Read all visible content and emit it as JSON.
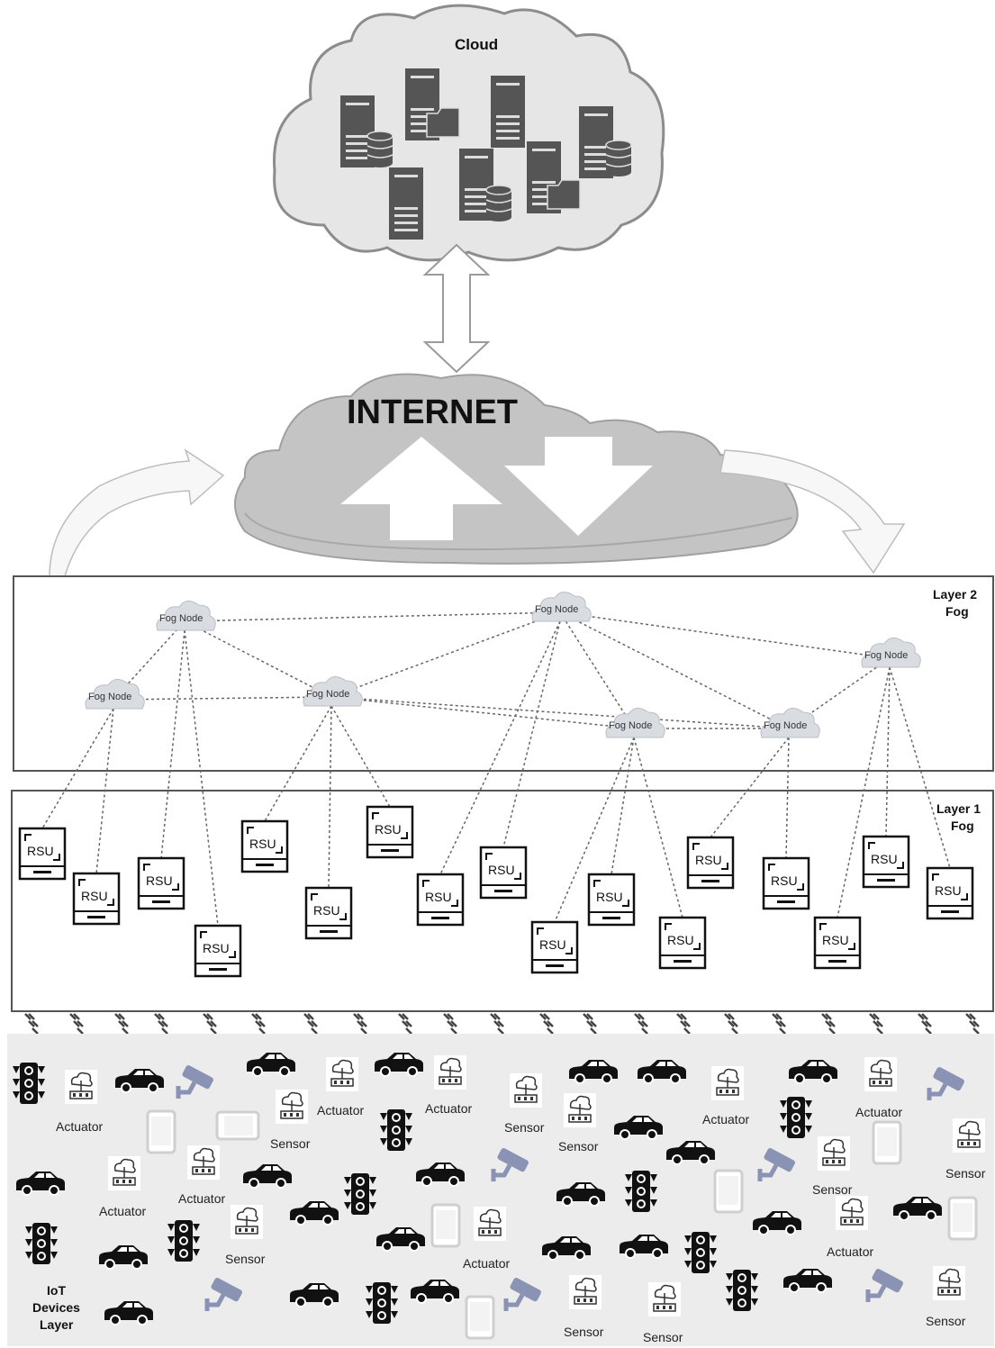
{
  "cloud": {
    "label": "Cloud"
  },
  "internet": {
    "label": "INTERNET"
  },
  "layer2": {
    "label_line1": "Layer 2",
    "label_line2": "Fog"
  },
  "layer1": {
    "label_line1": "Layer 1",
    "label_line2": "Fog"
  },
  "iot_layer": {
    "label_line1": "IoT",
    "label_line2": "Devices",
    "label_line3": "Layer"
  },
  "fog_node_label": "Fog Node",
  "rsu_label": "RSU",
  "device_labels": {
    "actuator": "Actuator",
    "sensor": "Sensor"
  },
  "fog_nodes": [
    {
      "id": "f1",
      "label": "Fog Node"
    },
    {
      "id": "f2",
      "label": "Fog Node"
    },
    {
      "id": "f3",
      "label": "Fog Node"
    },
    {
      "id": "f4",
      "label": "Fog Node"
    },
    {
      "id": "f5",
      "label": "Fog Node"
    },
    {
      "id": "f6",
      "label": "Fog Node"
    },
    {
      "id": "f7",
      "label": "Fog Node"
    }
  ],
  "fog_links": [
    [
      "f1",
      "f2"
    ],
    [
      "f1",
      "f3"
    ],
    [
      "f1",
      "f4"
    ],
    [
      "f2",
      "f4"
    ],
    [
      "f3",
      "f4"
    ],
    [
      "f3",
      "f5"
    ],
    [
      "f4",
      "f6"
    ],
    [
      "f4",
      "f7"
    ],
    [
      "f3",
      "f7"
    ],
    [
      "f3",
      "f6"
    ],
    [
      "f6",
      "f7"
    ],
    [
      "f5",
      "f7"
    ]
  ],
  "rsu_links": [
    [
      "f2",
      "r1"
    ],
    [
      "f2",
      "r2"
    ],
    [
      "f1",
      "r3"
    ],
    [
      "f1",
      "r4"
    ],
    [
      "f4",
      "r5"
    ],
    [
      "f4",
      "r6"
    ],
    [
      "f4",
      "r7"
    ],
    [
      "f3",
      "r8"
    ],
    [
      "f3",
      "r9"
    ],
    [
      "f6",
      "r10"
    ],
    [
      "f6",
      "r11"
    ],
    [
      "f6",
      "r12"
    ],
    [
      "f7",
      "r13"
    ],
    [
      "f7",
      "r14"
    ],
    [
      "f5",
      "r15"
    ],
    [
      "f5",
      "r16"
    ],
    [
      "f5",
      "r17"
    ]
  ],
  "colors": {
    "cloud_fill": "#e6e6e6",
    "cloud_stroke": "#8c8c8c",
    "server": "#555555",
    "internet_fill": "#c4c4c4",
    "arrow_fill": "#f4f4f4",
    "iot_bg": "#ececec",
    "device_dark": "#111111",
    "camera": "#8a93b4",
    "phone": "#cfcfcf"
  }
}
